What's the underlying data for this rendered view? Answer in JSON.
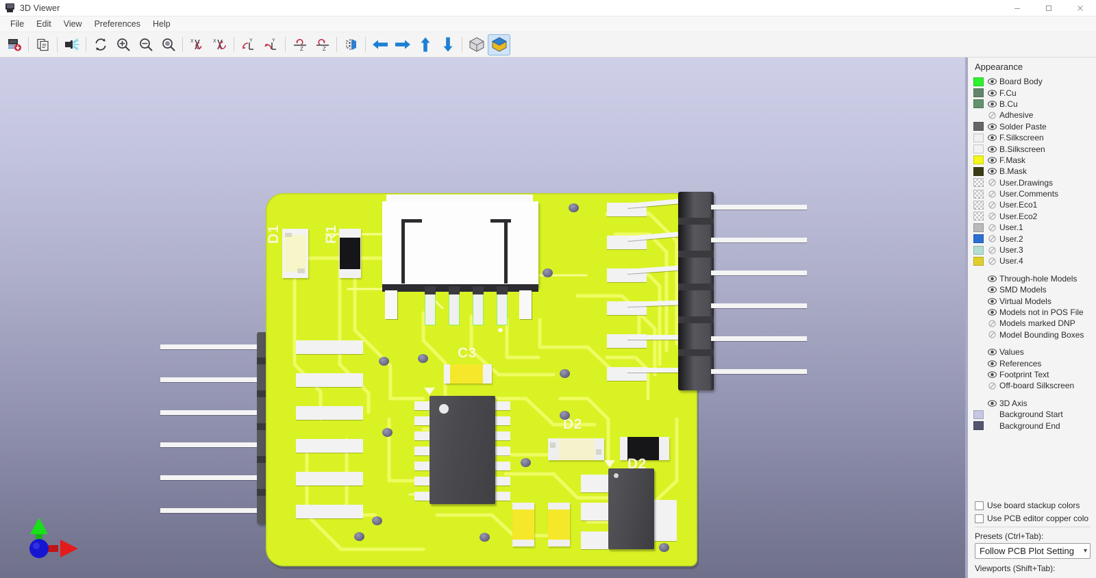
{
  "window": {
    "title": "3D Viewer",
    "app_icon": "monitor-icon",
    "controls": {
      "minimize": "minimize-icon",
      "maximize": "maximize-icon",
      "close": "close-icon"
    }
  },
  "menubar": {
    "items": [
      "File",
      "Edit",
      "View",
      "Preferences",
      "Help"
    ]
  },
  "toolbar": {
    "groups": [
      [
        {
          "name": "reload-board-icon",
          "tip": "Reload board"
        }
      ],
      [
        {
          "name": "copy-to-clipboard-icon",
          "tip": "Copy 3D image to clipboard"
        }
      ],
      [
        {
          "name": "render-raytracing-icon",
          "tip": "Render current view using Raytracing"
        }
      ],
      [
        {
          "name": "refresh-icon",
          "tip": "Redraw"
        },
        {
          "name": "zoom-in-icon",
          "tip": "Zoom in"
        },
        {
          "name": "zoom-out-icon",
          "tip": "Zoom out"
        },
        {
          "name": "zoom-fit-icon",
          "tip": "Zoom to fit 3D model"
        }
      ],
      [
        {
          "name": "rotate-x-ccw-icon",
          "tip": "Rotate X Clockwise"
        },
        {
          "name": "rotate-x-cw-icon",
          "tip": "Rotate X Counterclockwise"
        }
      ],
      [
        {
          "name": "rotate-y-ccw-icon",
          "tip": "Rotate Y Clockwise"
        },
        {
          "name": "rotate-y-cw-icon",
          "tip": "Rotate Y Counterclockwise"
        }
      ],
      [
        {
          "name": "rotate-z-ccw-icon",
          "tip": "Rotate Z Clockwise"
        },
        {
          "name": "rotate-z-cw-icon",
          "tip": "Rotate Z Counterclockwise"
        }
      ],
      [
        {
          "name": "flip-board-icon",
          "tip": "Flip board view"
        }
      ],
      [
        {
          "name": "move-left-icon",
          "tip": "Move left"
        },
        {
          "name": "move-right-icon",
          "tip": "Move right"
        },
        {
          "name": "move-up-icon",
          "tip": "Move up"
        },
        {
          "name": "move-down-icon",
          "tip": "Move down"
        }
      ],
      [
        {
          "name": "orthographic-view-icon",
          "tip": "No 3D shape"
        },
        {
          "name": "perspective-view-icon",
          "tip": "Toggle orthographic projection",
          "active": true
        }
      ]
    ]
  },
  "appearance": {
    "title": "Appearance",
    "layers": [
      {
        "label": "Board Body",
        "color": "#2ef22e",
        "vis": "eye",
        "swatch": "solid"
      },
      {
        "label": "F.Cu",
        "color": "#62866a",
        "vis": "eye",
        "swatch": "solid"
      },
      {
        "label": "B.Cu",
        "color": "#62936e",
        "vis": "eye",
        "swatch": "solid"
      },
      {
        "label": "Adhesive",
        "color": "",
        "vis": "hidden",
        "swatch": "none"
      },
      {
        "label": "Solder Paste",
        "color": "#666668",
        "vis": "eye",
        "swatch": "solid"
      },
      {
        "label": "F.Silkscreen",
        "color": "#f0f0f0",
        "vis": "eye",
        "swatch": "solid"
      },
      {
        "label": "B.Silkscreen",
        "color": "#f2f2f2",
        "vis": "eye",
        "swatch": "solid"
      },
      {
        "label": "F.Mask",
        "color": "#f6f618",
        "vis": "eye",
        "swatch": "solid"
      },
      {
        "label": "B.Mask",
        "color": "#3c3c14",
        "vis": "eye",
        "swatch": "solid"
      },
      {
        "label": "User.Drawings",
        "color": "",
        "vis": "hidden",
        "swatch": "checker"
      },
      {
        "label": "User.Comments",
        "color": "",
        "vis": "hidden",
        "swatch": "checker"
      },
      {
        "label": "User.Eco1",
        "color": "",
        "vis": "hidden",
        "swatch": "checker"
      },
      {
        "label": "User.Eco2",
        "color": "",
        "vis": "hidden",
        "swatch": "checker"
      },
      {
        "label": "User.1",
        "color": "#b9b9b9",
        "vis": "hidden",
        "swatch": "solid"
      },
      {
        "label": "User.2",
        "color": "#2b6fd4",
        "vis": "hidden",
        "swatch": "solid"
      },
      {
        "label": "User.3",
        "color": "#b4ddd1",
        "vis": "hidden",
        "swatch": "solid"
      },
      {
        "label": "User.4",
        "color": "#e0cf2a",
        "vis": "hidden",
        "swatch": "solid"
      }
    ],
    "models": [
      {
        "label": "Through-hole Models",
        "vis": "eye"
      },
      {
        "label": "SMD Models",
        "vis": "eye"
      },
      {
        "label": "Virtual Models",
        "vis": "eye"
      },
      {
        "label": "Models not in POS File",
        "vis": "eye"
      },
      {
        "label": "Models marked DNP",
        "vis": "hidden"
      },
      {
        "label": "Model Bounding Boxes",
        "vis": "hidden"
      }
    ],
    "text_items": [
      {
        "label": "Values",
        "vis": "eye"
      },
      {
        "label": "References",
        "vis": "eye"
      },
      {
        "label": "Footprint Text",
        "vis": "eye"
      },
      {
        "label": "Off-board Silkscreen",
        "vis": "hidden"
      }
    ],
    "misc": [
      {
        "label": "3D Axis",
        "vis": "eye",
        "color": "",
        "swatch": "none"
      },
      {
        "label": "Background Start",
        "vis": "none",
        "color": "#c6c7e4",
        "swatch": "solid"
      },
      {
        "label": "Background End",
        "vis": "none",
        "color": "#54556e",
        "swatch": "solid"
      }
    ],
    "checkboxes": [
      {
        "label": "Use board stackup colors",
        "checked": false
      },
      {
        "label": "Use PCB editor copper colo",
        "checked": false
      }
    ],
    "presets": {
      "label": "Presets (Ctrl+Tab):",
      "value": "Follow PCB Plot Setting"
    },
    "viewports": {
      "label": "Viewports (Shift+Tab):"
    }
  },
  "viewport": {
    "board_color": "#d9f224",
    "silkscreen_refs": [
      "D1",
      "R1",
      "C3",
      "D2",
      "D2"
    ],
    "axis": {
      "name": "3d-axis-gizmo",
      "x_color": "#e01010",
      "y_color": "#16d216",
      "z_color": "#1414dc"
    }
  }
}
